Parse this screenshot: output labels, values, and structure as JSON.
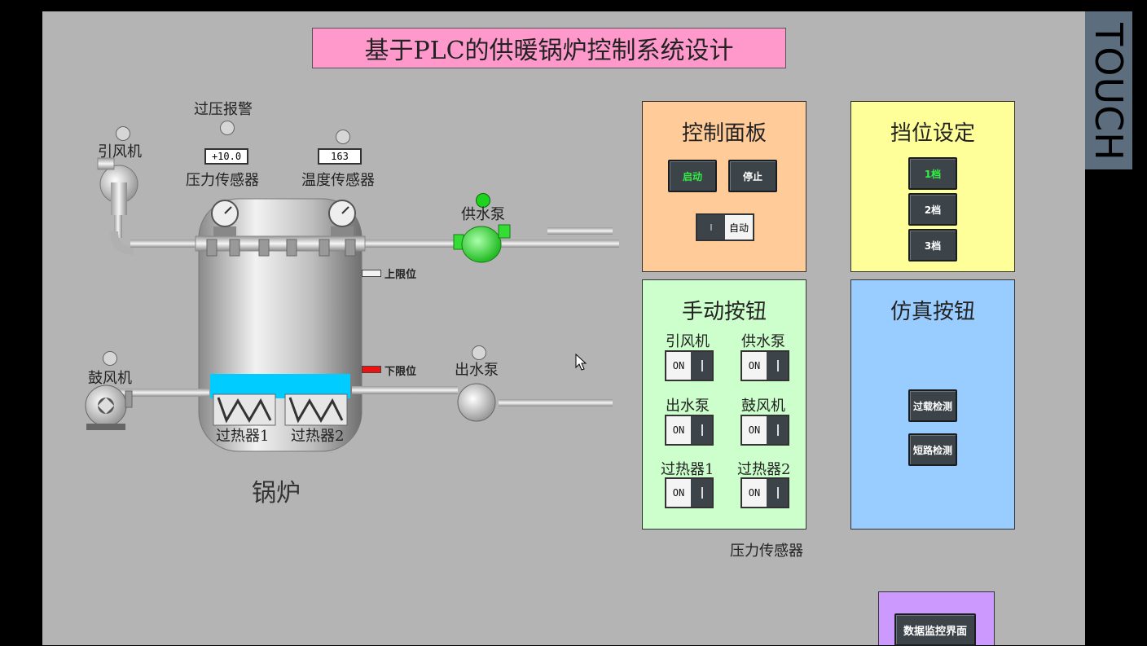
{
  "title": "基于PLC的供暖锅炉控制系统设计",
  "brand": "TOUCH",
  "plant": {
    "overpressure_alarm": "过压报警",
    "induced_fan": "引风机",
    "pressure_sensor": "压力传感器",
    "temperature_sensor": "温度传感器",
    "pressure_value": "+10.0",
    "temperature_value": "163",
    "supply_pump": "供水泵",
    "upper_limit": "上限位",
    "lower_limit": "下限位",
    "outlet_pump": "出水泵",
    "blower": "鼓风机",
    "heater1": "过热器1",
    "heater2": "过热器2",
    "boiler": "锅炉"
  },
  "control_panel": {
    "title": "控制面板",
    "start": "启动",
    "stop": "停止",
    "mode_indicator": "I",
    "mode": "自动"
  },
  "gear_panel": {
    "title": "挡位设定",
    "gear1": "1档",
    "gear2": "2档",
    "gear3": "3档"
  },
  "manual_panel": {
    "title": "手动按钮",
    "on_label": "ON",
    "items": [
      {
        "label": "引风机"
      },
      {
        "label": "供水泵"
      },
      {
        "label": "出水泵"
      },
      {
        "label": "鼓风机"
      },
      {
        "label": "过热器1"
      },
      {
        "label": "过热器2"
      }
    ]
  },
  "sim_panel": {
    "title": "仿真按钮",
    "overload": "过载检测",
    "short_circuit": "短路检测"
  },
  "footer_label": "压力传感器",
  "monitor_button": "数据监控界面",
  "colors": {
    "title_bg": "#ff99cc",
    "control_bg": "#ffcc99",
    "gear_bg": "#ffff99",
    "manual_bg": "#ccffcc",
    "sim_bg": "#99ccff",
    "monitor_bg": "#cc99ff",
    "water": "#00ccff",
    "pump_green": "#33dd33",
    "lower_limit": "#ee1111"
  }
}
